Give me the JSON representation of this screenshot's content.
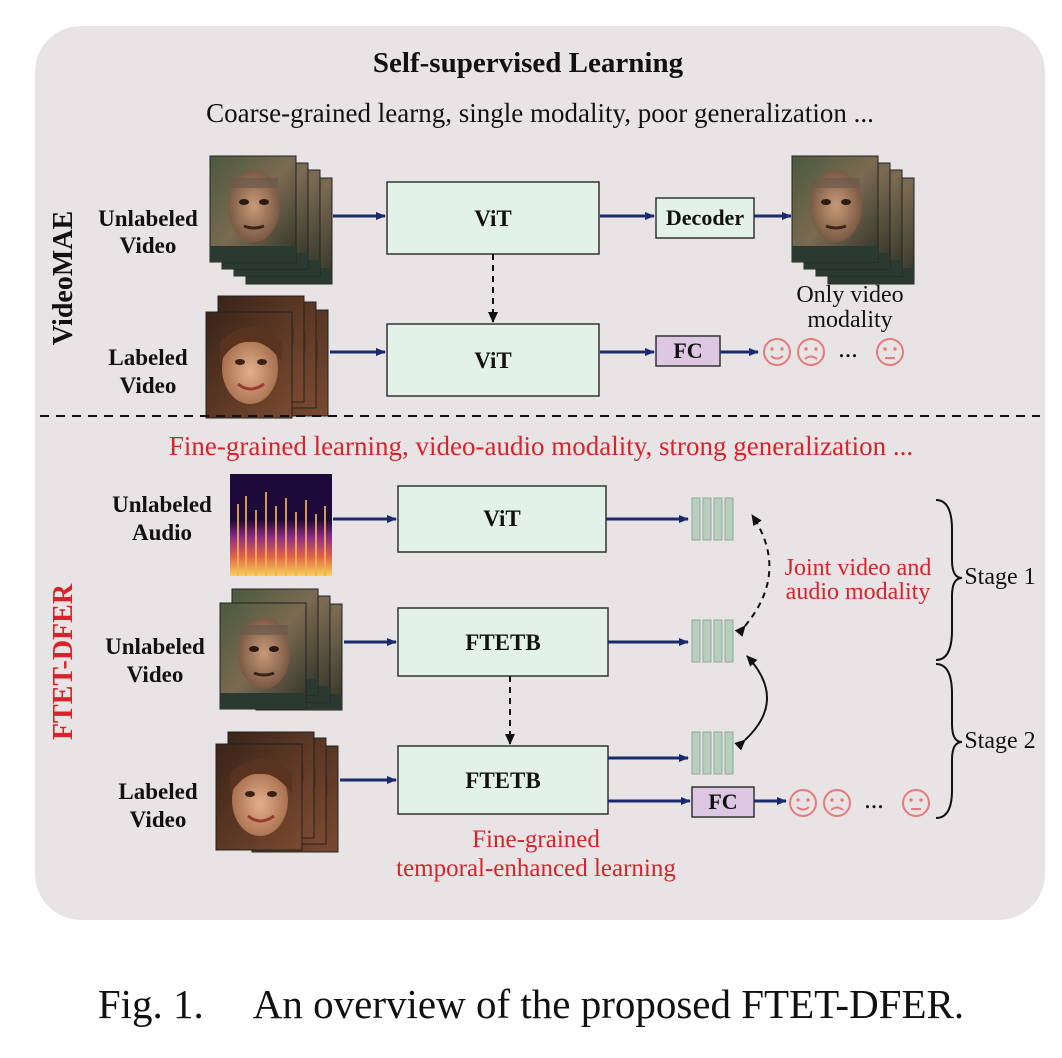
{
  "figure": {
    "title": "Self-supervised Learning",
    "top_subtitle": "Coarse-grained learng, single modality, poor generalization ...",
    "bottom_subtitle": "Fine-grained learning, video-audio modality, strong generalization ...",
    "caption": "Fig. 1.     An overview of the proposed FTET-DFER."
  },
  "colors": {
    "panel": "#e8e4e5",
    "box_green": "#e3f2e8",
    "box_purple": "#ddc7e3",
    "red": "#d8232a",
    "arrow_blue": "#1a2a6c",
    "face": "#e77a7a"
  },
  "top": {
    "side_label": "VideoMAE",
    "row1": {
      "label_l1": "Unlabeled",
      "label_l2": "Video",
      "encoder": "ViT",
      "decoder": "Decoder",
      "note_l1": "Only video",
      "note_l2": "modality"
    },
    "row2": {
      "label_l1": "Labeled",
      "label_l2": "Video",
      "encoder": "ViT",
      "head": "FC",
      "dots": "..."
    }
  },
  "bottom": {
    "side_label": "FTET-DFER",
    "row1": {
      "label_l1": "Unlabeled",
      "label_l2": "Audio",
      "encoder": "ViT"
    },
    "row2": {
      "label_l1": "Unlabeled",
      "label_l2": "Video",
      "encoder": "FTETB"
    },
    "row3": {
      "label_l1": "Labeled",
      "label_l2": "Video",
      "encoder": "FTETB",
      "head": "FC",
      "dots": "..."
    },
    "joint_l1": "Joint video and",
    "joint_l2": "audio modality",
    "stage1": "Stage 1",
    "stage2": "Stage 2",
    "fine_l1": "Fine-grained",
    "fine_l2": "temporal-enhanced learning"
  },
  "icons": [
    "video-frames-icon",
    "spectrogram-icon",
    "feature-tokens-icon",
    "smile-face-icon",
    "sad-face-icon",
    "neutral-face-icon"
  ]
}
